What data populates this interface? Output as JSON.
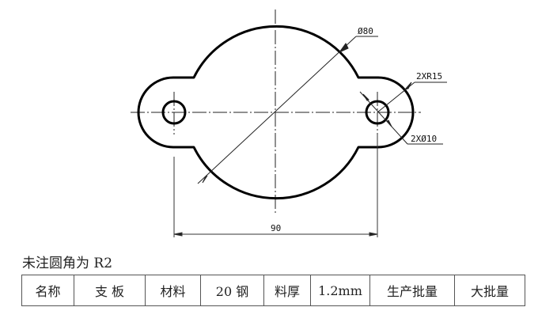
{
  "drawing": {
    "dimensions": {
      "main_diameter": "Ø80",
      "ear_radius": "2XR15",
      "hole_diameter": "2XØ10",
      "center_distance": "90"
    }
  },
  "note": "未注圆角为 R2",
  "spec_table": {
    "cells": [
      "名称",
      "支 板",
      "材料",
      "20 钢",
      "料厚",
      "1.2mm",
      "生产批量",
      "大批量"
    ],
    "widths": [
      65,
      89,
      69,
      79,
      58,
      74,
      106,
      88
    ]
  }
}
